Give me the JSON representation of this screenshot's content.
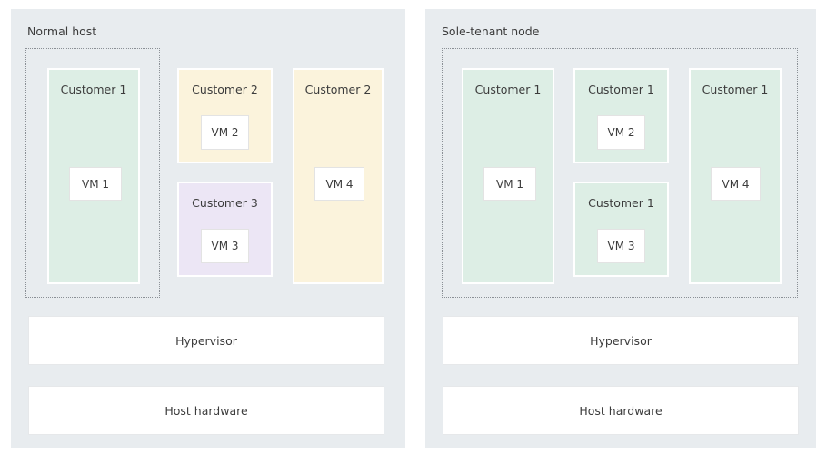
{
  "diagram": {
    "title_hidden": "",
    "colors": {
      "canvas": "#ffffff",
      "panel_bg": "#e8ecef",
      "tenant_green": "#ddeee5",
      "tenant_yellow": "#fbf3dc",
      "tenant_purple": "#ece6f5",
      "vm_bg": "#ffffff",
      "dotted_border": "#8a8f95",
      "text": "#3c3c3c"
    }
  },
  "panels": [
    {
      "id": "normal-host",
      "title": "Normal host",
      "boundary": {
        "style": "dotted",
        "label": ""
      },
      "tenants": [
        {
          "name": "Customer 1",
          "color": "green",
          "inside_boundary": true,
          "vms": [
            "VM 1"
          ]
        },
        {
          "name": "Customer 2",
          "color": "yellow",
          "inside_boundary": false,
          "vms": [
            "VM 2"
          ]
        },
        {
          "name": "Customer 3",
          "color": "purple",
          "inside_boundary": false,
          "vms": [
            "VM 3"
          ]
        },
        {
          "name": "Customer 2",
          "color": "yellow",
          "inside_boundary": false,
          "vms": [
            "VM 4"
          ]
        }
      ],
      "stack": [
        {
          "label": "Hypervisor"
        },
        {
          "label": "Host hardware"
        }
      ]
    },
    {
      "id": "sole-tenant-node",
      "title": "Sole-tenant node",
      "boundary": {
        "style": "dotted",
        "label": ""
      },
      "tenants": [
        {
          "name": "Customer 1",
          "color": "green",
          "inside_boundary": true,
          "vms": [
            "VM 1"
          ]
        },
        {
          "name": "Customer 1",
          "color": "green",
          "inside_boundary": true,
          "vms": [
            "VM 2"
          ]
        },
        {
          "name": "Customer 1",
          "color": "green",
          "inside_boundary": true,
          "vms": [
            "VM 3"
          ]
        },
        {
          "name": "Customer 1",
          "color": "green",
          "inside_boundary": true,
          "vms": [
            "VM 4"
          ]
        }
      ],
      "stack": [
        {
          "label": "Hypervisor"
        },
        {
          "label": "Host hardware"
        }
      ]
    }
  ],
  "labels": {
    "left": {
      "title": "Normal host",
      "c1": "Customer 1",
      "c2a": "Customer 2",
      "c3": "Customer 3",
      "c2b": "Customer 2",
      "vm1": "VM 1",
      "vm2": "VM 2",
      "vm3": "VM 3",
      "vm4": "VM 4",
      "hypervisor": "Hypervisor",
      "hardware": "Host hardware"
    },
    "right": {
      "title": "Sole-tenant node",
      "c1": "Customer 1",
      "c2": "Customer 1",
      "c3": "Customer 1",
      "c4": "Customer 1",
      "vm1": "VM 1",
      "vm2": "VM 2",
      "vm3": "VM 3",
      "vm4": "VM 4",
      "hypervisor": "Hypervisor",
      "hardware": "Host hardware"
    }
  }
}
